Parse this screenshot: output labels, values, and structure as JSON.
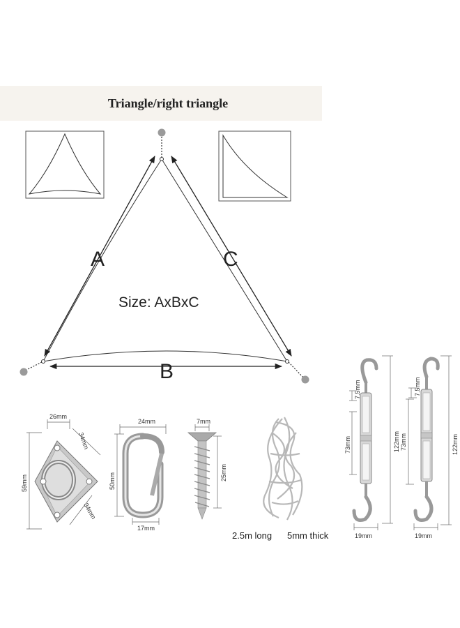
{
  "header": {
    "title": "Triangle/right triangle"
  },
  "diagram": {
    "label_a": "A",
    "label_b": "B",
    "label_c": "C",
    "size_text": "Size: AxBxC"
  },
  "pad_eye": {
    "top": "26mm",
    "side_upper": "34mm",
    "left": "59mm",
    "side_lower": "34mm"
  },
  "snap_hook": {
    "top": "24mm",
    "left": "50mm",
    "bottom": "17mm"
  },
  "screw": {
    "top": "7mm",
    "right": "25mm"
  },
  "rope": {
    "length": "2.5m long",
    "thickness": "5mm thick"
  },
  "turnbuckle_1": {
    "upper": "7.5mm",
    "middle": "73mm",
    "total": "122mm",
    "bottom": "19mm"
  },
  "turnbuckle_2": {
    "upper": "7.5mm",
    "middle": "73mm",
    "total": "122mm",
    "bottom": "19mm"
  }
}
